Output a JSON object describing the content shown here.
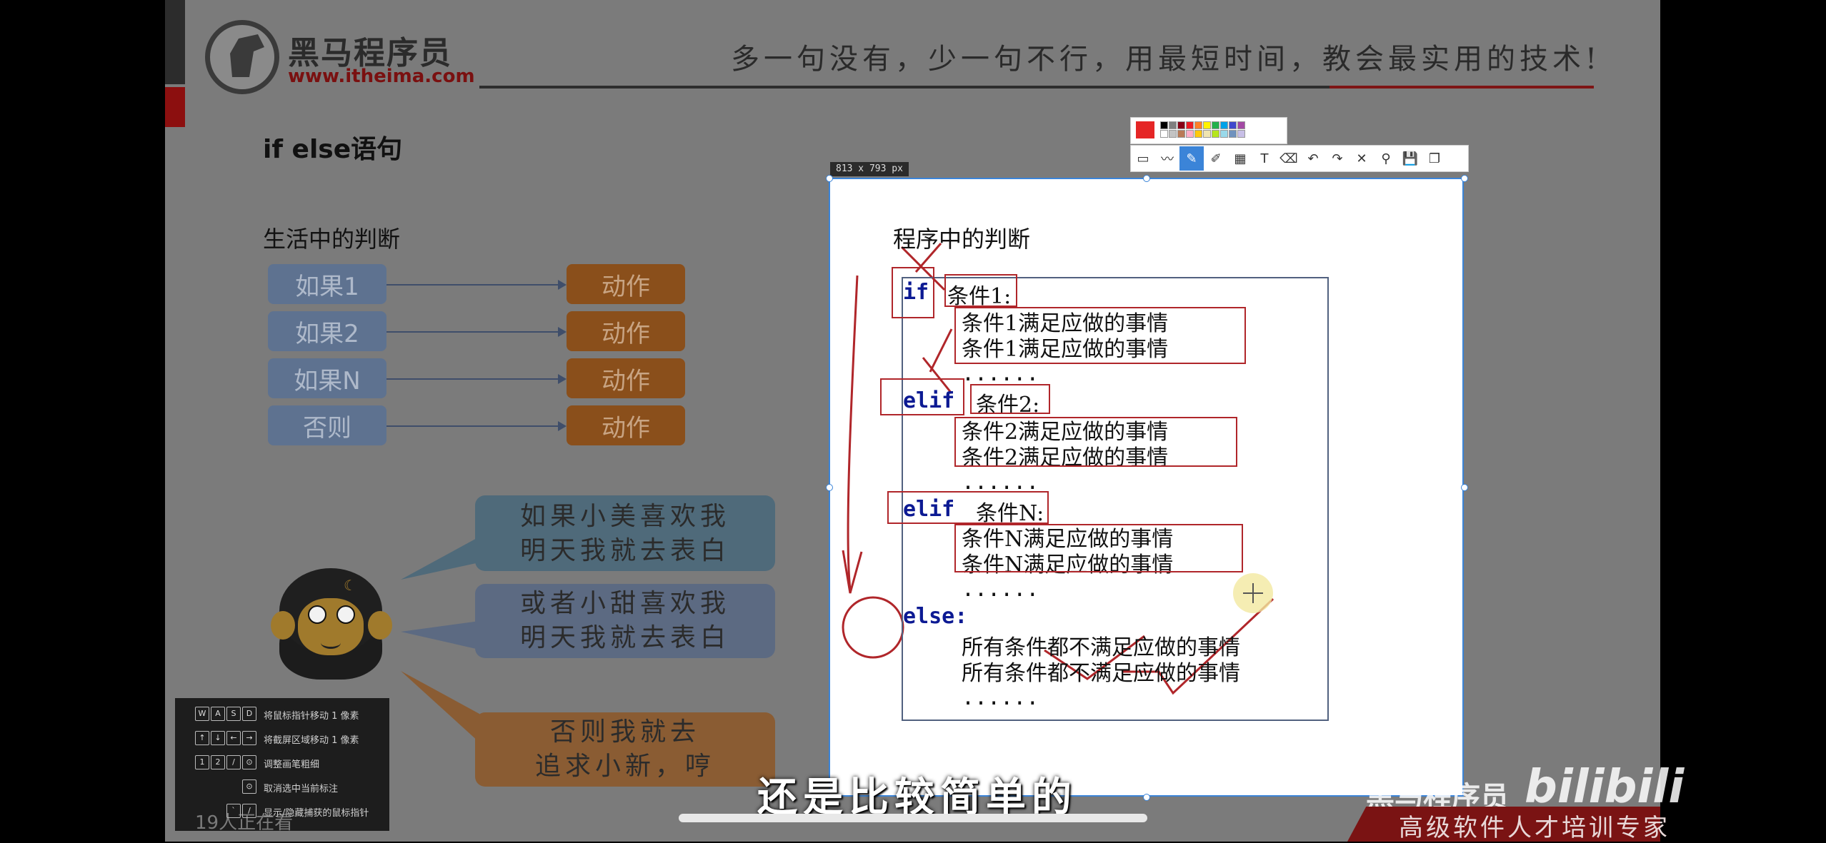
{
  "slide": {
    "brand_cn": "黑马程序员",
    "brand_url": "www.itheima.com",
    "slogan": "多一句没有，少一句不行，用最短时间，教会最实用的技术!",
    "title": "if else语句",
    "life_heading": "生活中的判断",
    "conditions": [
      "如果1",
      "如果2",
      "如果N",
      "否则"
    ],
    "action": "动作",
    "bubbles": [
      [
        "如果小美喜欢我",
        "明天我就去表白"
      ],
      [
        "或者小甜喜欢我",
        "明天我就去表白"
      ],
      [
        "否则我就去",
        "追求小新，哼"
      ]
    ]
  },
  "snip": {
    "size_label": "813 x 793  px",
    "heading": "程序中的判断",
    "code": {
      "kw_if": "if",
      "cond1": "条件1:",
      "body1a": "条件1满足应做的事情",
      "body1b": "条件1满足应做的事情",
      "dots": "......",
      "kw_elif": "elif",
      "cond2": "条件2:",
      "body2a": "条件2满足应做的事情",
      "body2b": "条件2满足应做的事情",
      "condN": "条件N:",
      "bodyNa": "条件N满足应做的事情",
      "bodyNb": "条件N满足应做的事情",
      "kw_else": "else:",
      "bodyEa": "所有条件都不满足应做的事情",
      "bodyEb": "所有条件都不满足应做的事情"
    },
    "current_color": "#e52626",
    "palette": [
      "#000000",
      "#7f7f7f",
      "#880015",
      "#ed1c24",
      "#ff7f27",
      "#fff200",
      "#22b14c",
      "#00a2e8",
      "#3f48cc",
      "#a349a4",
      "#ffffff",
      "#c3c3c3",
      "#b97a57",
      "#ffaec9",
      "#ffc90e",
      "#efe4b0",
      "#b5e61d",
      "#99d9ea",
      "#7092be",
      "#c8bfe7"
    ],
    "tools": [
      {
        "icon": "rectangle-icon",
        "glyph": "▭"
      },
      {
        "icon": "polyline-icon",
        "glyph": "〰"
      },
      {
        "icon": "pen-icon",
        "glyph": "✎",
        "active": true
      },
      {
        "icon": "marker-icon",
        "glyph": "✐"
      },
      {
        "icon": "mosaic-icon",
        "glyph": "▦"
      },
      {
        "icon": "text-icon",
        "glyph": "T"
      },
      {
        "icon": "eraser-icon",
        "glyph": "⌫"
      },
      {
        "icon": "undo-icon",
        "glyph": "↶"
      },
      {
        "icon": "redo-icon",
        "glyph": "↷"
      },
      {
        "icon": "close-icon",
        "glyph": "✕"
      },
      {
        "icon": "pin-icon",
        "glyph": "⚲"
      },
      {
        "icon": "save-icon",
        "glyph": "💾"
      },
      {
        "icon": "copy-icon",
        "glyph": "❐"
      }
    ]
  },
  "shortcuts": [
    {
      "keys": [
        "W",
        "A",
        "S",
        "D"
      ],
      "text": "将鼠标指针移动 1 像素"
    },
    {
      "keys": [
        "↑",
        "↓",
        "←",
        "→"
      ],
      "text": "将截屏区域移动 1 像素"
    },
    {
      "keys": [
        "1",
        "2",
        "/",
        "⊙"
      ],
      "text": "调整画笔粗细"
    },
    {
      "keys": [
        "⊙"
      ],
      "text": "取消选中当前标注"
    },
    {
      "keys": [
        "`",
        "/"
      ],
      "text": "显示/隐藏捕获的鼠标指针"
    }
  ],
  "viewers": "19人正在看",
  "subtitle": "还是比较简单的",
  "watermark": {
    "brand": "黑马程序员",
    "logo": "bilibili",
    "tagline": "高级软件人才培训专家"
  }
}
